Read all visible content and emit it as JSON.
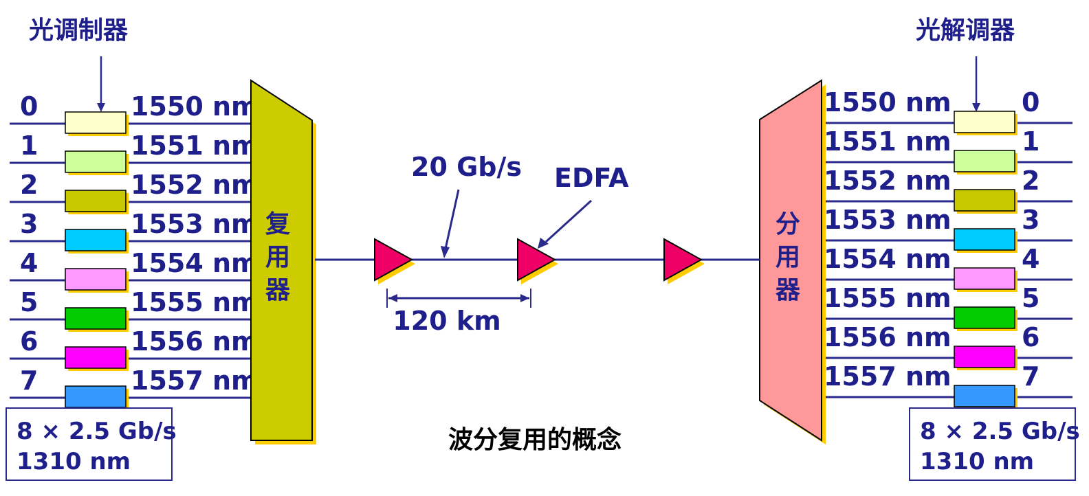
{
  "modulator_label": "光调制器",
  "demodulator_label": "光解调器",
  "mux_label": "复用器",
  "demux_label": "分用器",
  "bitrate_label": "20 Gb/s",
  "amp_label": "EDFA",
  "distance_label": "120 km",
  "caption": "波分复用的概念",
  "left_box": {
    "line1": "8 × 2.5 Gb/s",
    "line2": "1310 nm"
  },
  "right_box": {
    "line1": "8 × 2.5 Gb/s",
    "line2": "1310 nm"
  },
  "channels": [
    {
      "index": "0",
      "wavelength": "1550 nm",
      "color": "#ffffcc"
    },
    {
      "index": "1",
      "wavelength": "1551 nm",
      "color": "#ccff99"
    },
    {
      "index": "2",
      "wavelength": "1552 nm",
      "color": "#c8c800"
    },
    {
      "index": "3",
      "wavelength": "1553 nm",
      "color": "#00ccff"
    },
    {
      "index": "4",
      "wavelength": "1554 nm",
      "color": "#ff99ff"
    },
    {
      "index": "5",
      "wavelength": "1555 nm",
      "color": "#00cc00"
    },
    {
      "index": "6",
      "wavelength": "1556 nm",
      "color": "#ff00ff"
    },
    {
      "index": "7",
      "wavelength": "1557 nm",
      "color": "#3399ff"
    }
  ],
  "colors": {
    "line": "#2a2a8c",
    "mux_fill": "#cccc00",
    "demux_fill": "#ff9999",
    "amp_fill": "#ee0066",
    "shadow": "#ffcc00"
  }
}
